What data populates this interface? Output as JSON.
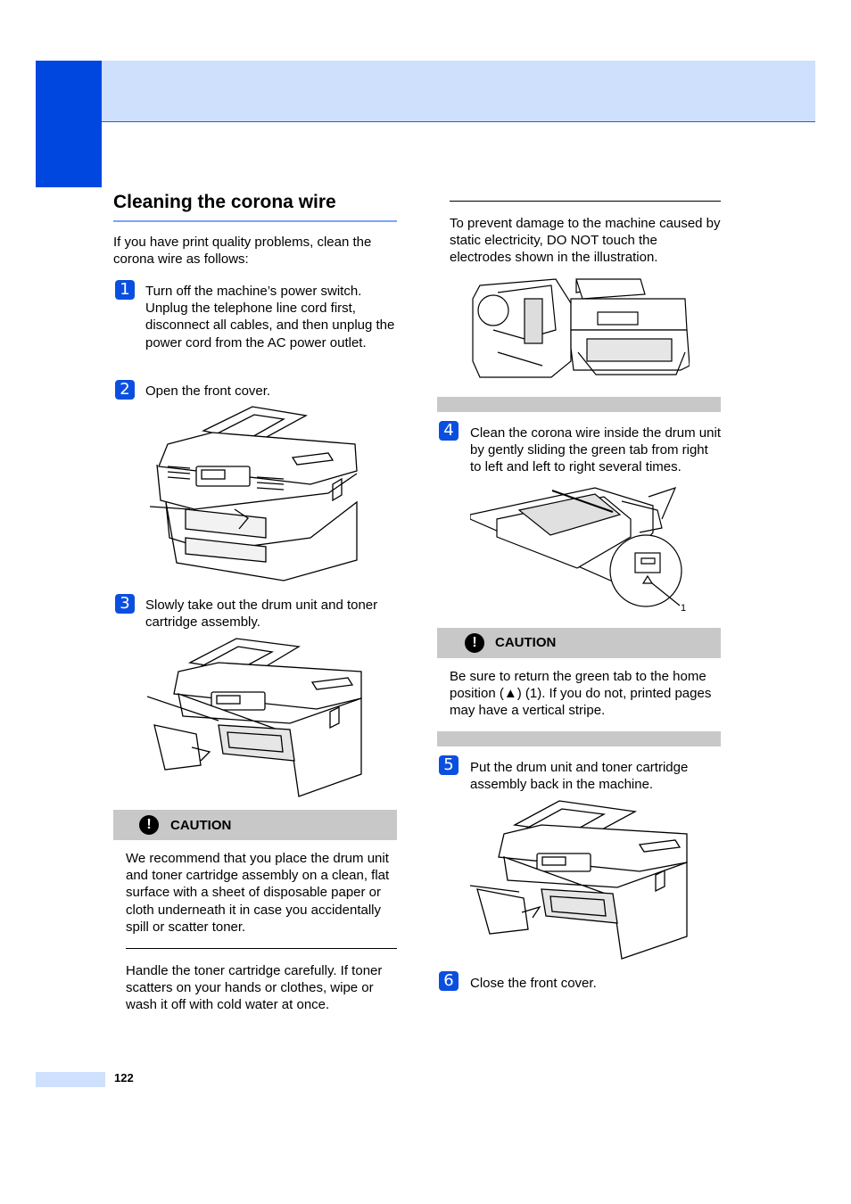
{
  "header": {
    "band_color": "#cfe0fd",
    "tab_color": "#0047e0"
  },
  "section": {
    "title": "Cleaning the corona wire",
    "intro": "If you have print quality problems, clean the corona wire as follows:"
  },
  "steps": [
    {
      "num": "1",
      "text": "Turn off the machine’s power switch. Unplug the telephone line cord first, disconnect all cables, and then unplug the power cord from the AC power outlet."
    },
    {
      "num": "2",
      "text": "Open the front cover."
    },
    {
      "num": "3",
      "text": "Slowly take out the drum unit and toner cartridge assembly."
    },
    {
      "num": "4",
      "text": "Clean the corona wire inside the drum unit by gently sliding the green tab from right to left and left to right several times."
    },
    {
      "num": "5",
      "text": "Put the drum unit and toner cartridge assembly back in the machine."
    },
    {
      "num": "6",
      "text": "Close the front cover."
    }
  ],
  "caution1": {
    "label": "CAUTION",
    "text": "We recommend that you place the drum unit and toner cartridge assembly on a clean, flat surface with a sheet of disposable paper or cloth underneath it in case you accidentally spill or scatter toner.",
    "note": "Handle the toner cartridge carefully. If toner scatters on your hands or clothes, wipe or wash it off with cold water at once."
  },
  "warning_static": {
    "text": "To prevent damage to the machine caused by static electricity, DO NOT touch the electrodes shown in the illustration."
  },
  "caution2": {
    "label": "CAUTION",
    "text": "Be sure to return the green tab to the home position (▲) (1). If you do not, printed pages may have a vertical stripe."
  },
  "illustration_callout": "1",
  "page_number": "122",
  "icons": [
    "exclamation-icon",
    "printer-illustration",
    "drum-unit-illustration"
  ]
}
